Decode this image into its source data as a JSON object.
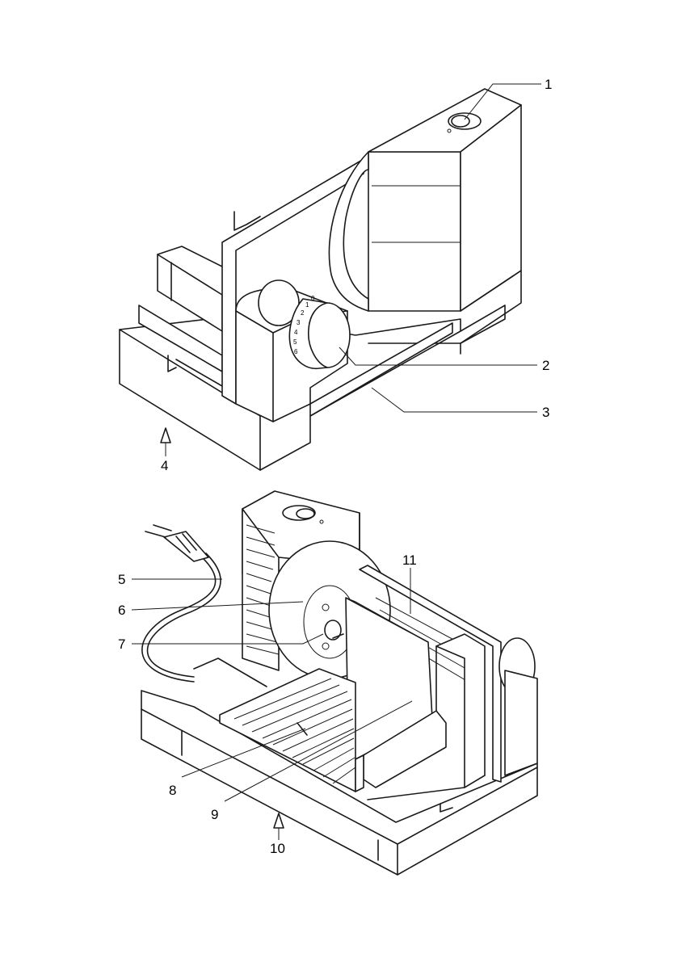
{
  "labels": {
    "l1": "1",
    "l2": "2",
    "l3": "3",
    "l4": "4",
    "l5": "5",
    "l6": "6",
    "l7": "7",
    "l8": "8",
    "l9": "9",
    "l10": "10",
    "l11": "11"
  },
  "dial_marks": [
    "0",
    "1",
    "2",
    "3",
    "4",
    "5",
    "6"
  ],
  "colors": {
    "line": "#1a1a1a",
    "background": "#ffffff"
  }
}
